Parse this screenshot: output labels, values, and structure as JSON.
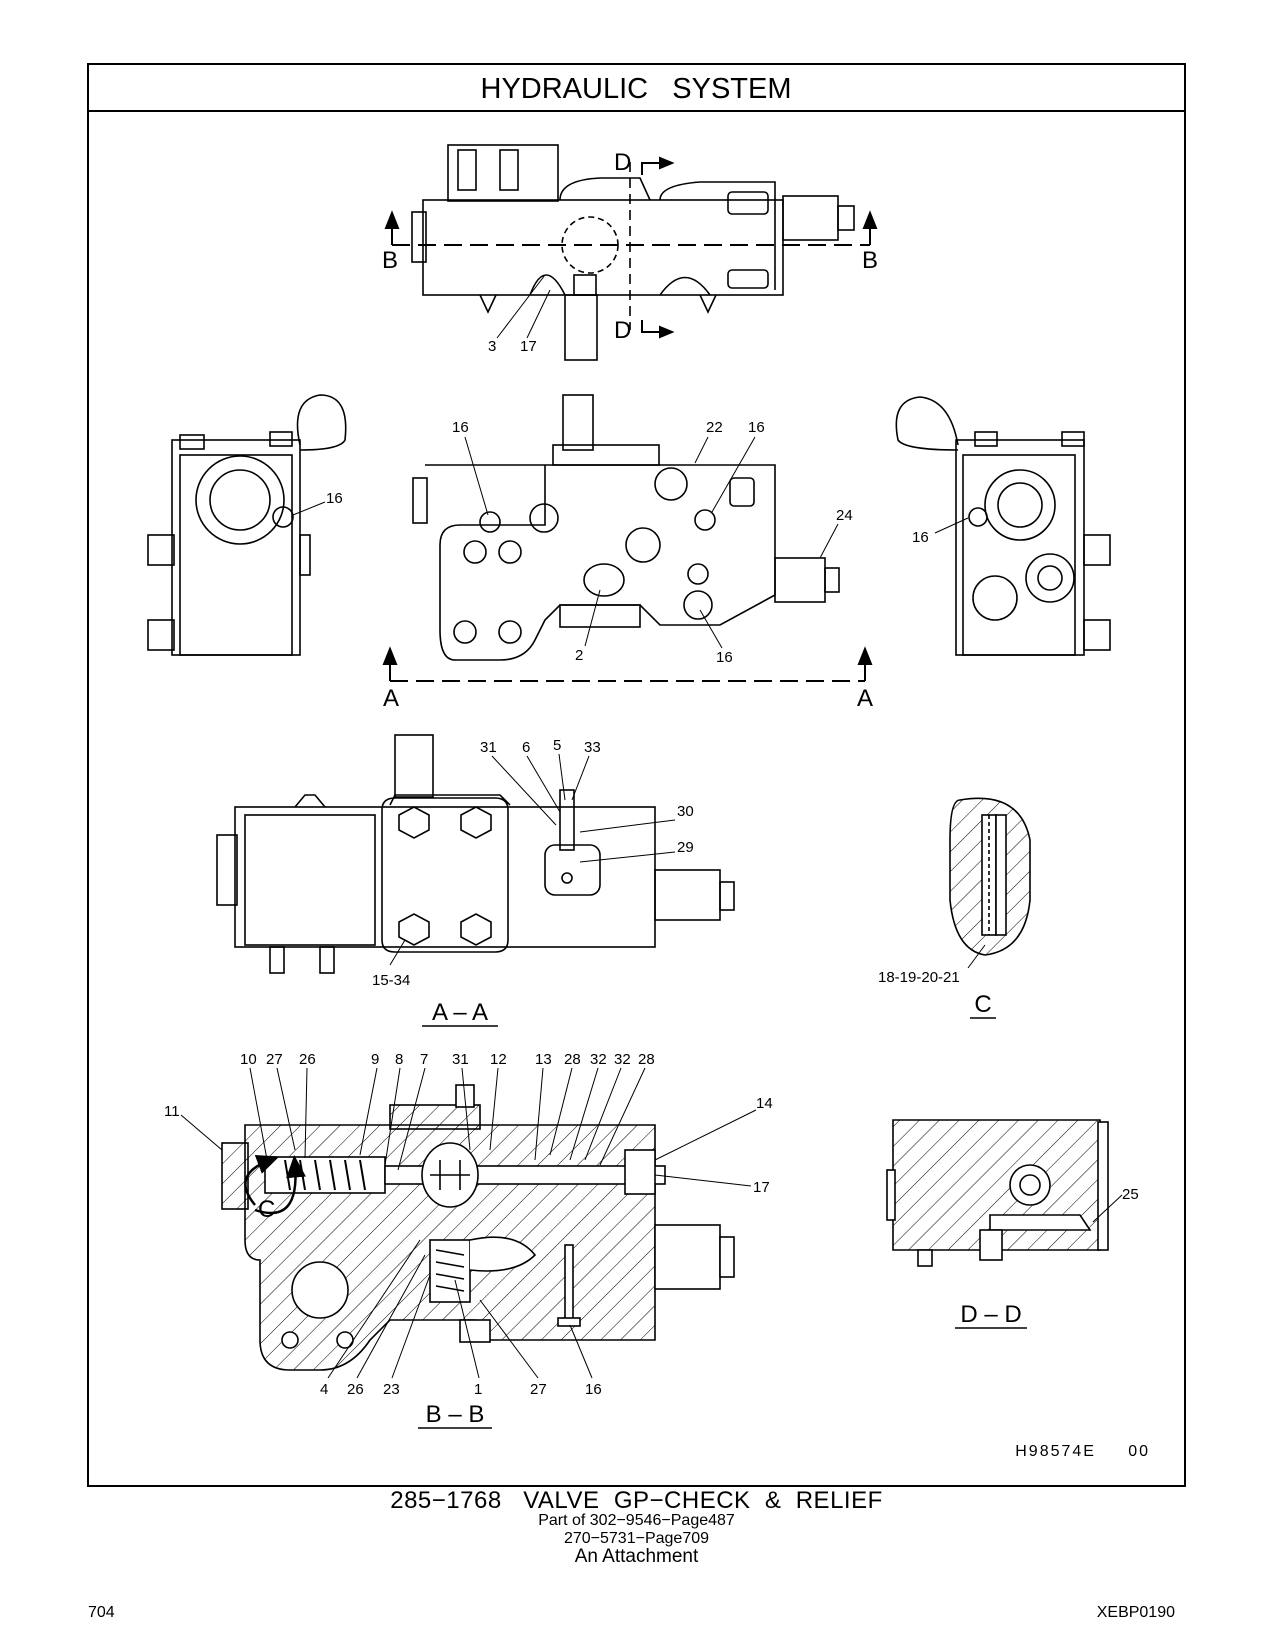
{
  "header": {
    "title": "HYDRAULIC   SYSTEM"
  },
  "figure_id": "H98574E     00",
  "section_markers": {
    "a": "A",
    "b": "B",
    "d": "D",
    "c": "C"
  },
  "view_titles": {
    "aa": "A – A",
    "bb": "B – B",
    "c": "C",
    "dd": "D – D"
  },
  "callouts": {
    "top": [
      "3",
      "17"
    ],
    "front": [
      "16",
      "22",
      "16",
      "24",
      "2",
      "16"
    ],
    "left_side": [
      "16"
    ],
    "right_side": [
      "16"
    ],
    "aa": [
      "31",
      "6",
      "5",
      "33",
      "30",
      "29",
      "15-34"
    ],
    "c": [
      "18-19-20-21"
    ],
    "bb_top": [
      "10",
      "27",
      "26",
      "9",
      "8",
      "7",
      "31",
      "12",
      "13",
      "28",
      "32",
      "32",
      "28"
    ],
    "bb_side": [
      "11",
      "14",
      "17"
    ],
    "bb_bottom": [
      "4",
      "26",
      "23",
      "1",
      "27",
      "16"
    ],
    "dd": [
      "25"
    ]
  },
  "footer": {
    "title": "285−1768   VALVE  GP−CHECK  &  RELIEF",
    "line1": "Part of 302−9546−Page487",
    "line2": "270−5731−Page709",
    "line3": "An Attachment"
  },
  "page_number": "704",
  "doc_code": "XEBP0190"
}
